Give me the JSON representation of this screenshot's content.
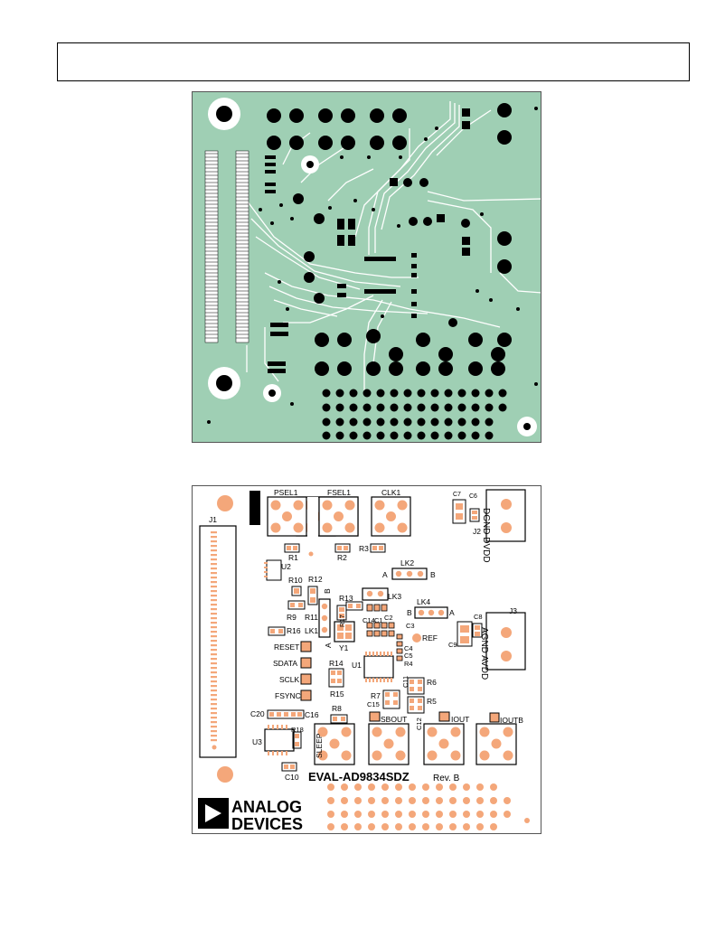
{
  "header": {
    "text": ""
  },
  "board_bottom": {
    "labels": {
      "pselect": "PSEL1",
      "fselect": "FSEL1",
      "clock": "CLK1",
      "c7": "C7",
      "c6": "C6",
      "dgnd_dvdd": "DGND DVDD",
      "j1": "J1",
      "j2": "J2",
      "j3": "J3",
      "r1": "R1",
      "r2": "R2",
      "r3": "R3",
      "u2": "U2",
      "lk2": "LK2",
      "a1": "A",
      "b1": "B",
      "r10": "R10",
      "r12": "R12",
      "b2": "B",
      "r13": "R13",
      "lk3": "LK3",
      "lk4": "LK4",
      "b3": "B",
      "a2": "A",
      "c8": "C8",
      "agnd_avdd": "AGND AVDD",
      "r9": "R9",
      "r11": "R11",
      "r17": "R17",
      "a3": "A",
      "c14": "C14",
      "c1": "C1",
      "c2": "C2",
      "c3": "C3",
      "r16": "R16",
      "lk1": "LK1",
      "y1": "Y1",
      "c9": "C9",
      "reset": "RESET",
      "ref": "REF",
      "c4": "C4",
      "c5": "C5",
      "sdata": "SDATA",
      "u1": "U1",
      "r4": "R4",
      "r14": "R14",
      "r6": "R6",
      "sclk": "SCLK",
      "r15": "R15",
      "c11": "C11",
      "fsync": "FSYNC",
      "r7": "R7",
      "c15": "C15",
      "r5": "R5",
      "r8": "R8",
      "c20": "C20",
      "c16": "C16",
      "sbout": "SBOUT",
      "c12": "C12",
      "iout": "IOUT",
      "ioutb": "IOUTB",
      "r18": "R18",
      "u3": "U3",
      "sleep": "SLEEP",
      "c10": "C10"
    },
    "board_name": "EVAL-AD9834SDZ",
    "revision": "Rev. B",
    "logo": {
      "line1": "ANALOG",
      "line2": "DEVICES"
    }
  },
  "colors": {
    "pcb_green": "#9fcfb4",
    "copper_pad": "#f4a77a",
    "trace": "#ffffff",
    "silkscreen": "#000000"
  }
}
